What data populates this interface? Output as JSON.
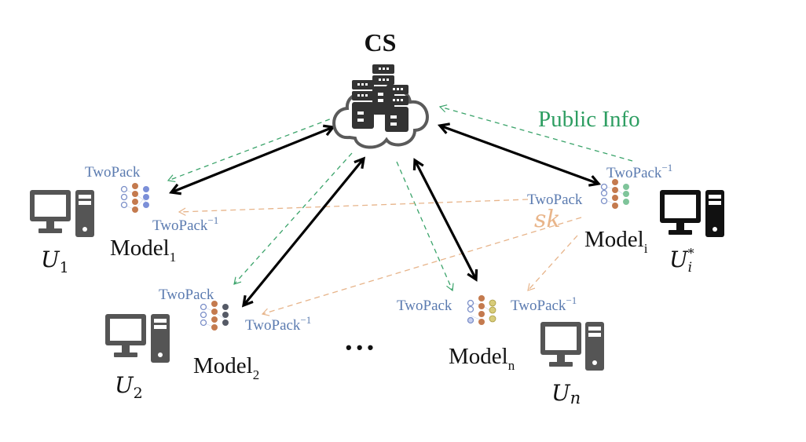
{
  "title": "CS",
  "public_info_label": "Public Info",
  "secret_key_label": "sk",
  "ellipsis": "• • •",
  "colors": {
    "green_dashed": "#3aa36a",
    "orange_dashed": "#e7b48a",
    "black_arrows": "#000000",
    "label_blue": "#5b7bb0",
    "computer_gray": "#555555",
    "computer_black": "#111111"
  },
  "clients": [
    {
      "id": "u1",
      "model_name": "Model",
      "model_sub": "1",
      "user_name": "U",
      "user_sub": "1",
      "user_sup": "",
      "pack_label": "TwoPack",
      "unpack_label": "TwoPack",
      "unpack_sup": "−1"
    },
    {
      "id": "u2",
      "model_name": "Model",
      "model_sub": "2",
      "user_name": "U",
      "user_sub": "2",
      "user_sup": "",
      "pack_label": "TwoPack",
      "unpack_label": "TwoPack",
      "unpack_sup": "−1"
    },
    {
      "id": "ui",
      "model_name": "Model",
      "model_sub": "i",
      "user_name": "U",
      "user_sub": "i",
      "user_sup": "*",
      "pack_label": "TwoPack",
      "unpack_label": "TwoPack",
      "unpack_sup": "−1"
    },
    {
      "id": "un",
      "model_name": "Model",
      "model_sub": "n",
      "user_name": "U",
      "user_sub": "n",
      "user_sup": "",
      "pack_label": "TwoPack",
      "unpack_label": "TwoPack",
      "unpack_sup": "−1"
    }
  ]
}
